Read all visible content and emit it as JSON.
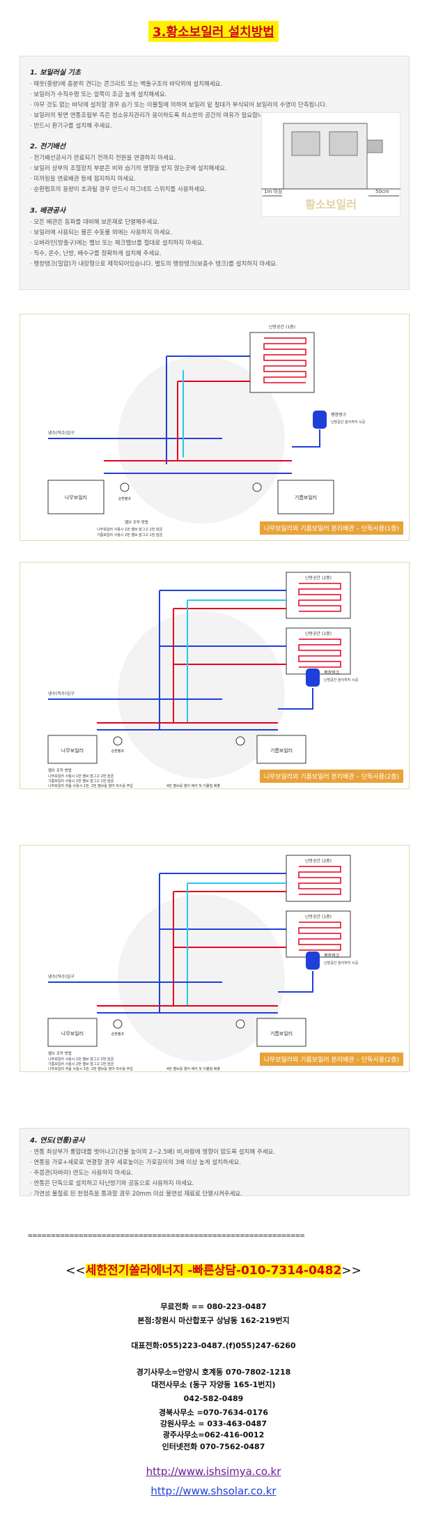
{
  "title": "3.황소보일러 설치방법",
  "sections": [
    {
      "title": "1. 보일러실 기초",
      "lines": [
        "· 매웃(중량)에 충분히 견디는 콘크리트 또는 벽돌구조의 바닥위에 설치해세요.",
        "· 보일러가 수직수평 또는 앞쪽이 조금 높게 설치해세요.",
        "· 아무 것도 없는 바닥에 설치할 경우 습기 또는 이물질에 의하여 보일러 밑 철대가 부식되어 보일러의 수명이 단축됩니다.",
        "· 보일러의 뒷면 연통조립부 측은 청소유지관리가 용이하도록 최소한의 공간의 여유가 필요합니다.",
        "· 반드시 환기구를 설치해 주세요."
      ]
    },
    {
      "title": "2. 전기배선",
      "lines": [
        "· 전기배선공사가 완료되기 전까지 전원을 연결하지 마세요.",
        "· 보일러 상부의 조절장치 부분은 비와 습기의 영향을 받지 않는곳에 설치해세요.",
        "· 미끼링을 연료배관 등에 접지하지 마세요.",
        "· 순환펌프의 용량이 초과될 경우 반드시 마그네트 스위치를 사용하세요."
      ]
    },
    {
      "title": "3. 배관공사",
      "lines": [
        "· 모든 배관은 동파를 대비해 보온재로 단열해주세요.",
        "· 보일러에 사용되는 물은 수돗물 외에는 사용하지 마세요.",
        "· 오버라인(방출구)에는 밸브 또는 체크밸브를 절대로 설치하지 마세요.",
        "· 직수, 온수, 난방, 배수구를 정확하게 설치해 주세요.",
        "· 팽창탱크(밀압)가 내장형으로 제작되어있습니다. 별도의 팽창탱크(보충수 탱크)를 설치하지 마세요."
      ]
    },
    {
      "title": "4. 연도(연통)공사",
      "lines": [
        "· 연통 최상부가 풍압대를 벗어나고(건물 높이의 2~2.5배) 비,바람에 영향이 없도록 설치해 주세요.",
        "· 연통을 가로+세로로 연결할 경우 세로높이는 가로길이의 3배 이상 높게 설치하세요.",
        "· 주름관(자바라) 연도는 사용하지 마세요.",
        "· 연통은 단독으로 설치하고 타난방기와 공동으로 사용하지 마세요.",
        "· 가연성 물질로 된 천정측을 통과할 경우 20mm 이상 불연성 재료로 단열시켜주세요."
      ]
    }
  ],
  "boiler_figure": {
    "dimension_left": "1m 이상",
    "dimension_right": "50cm",
    "watermark": "황소보일러"
  },
  "diagrams": [
    {
      "caption": "나무보일러와 기름보일러 분리배관 – 단독사용(1층)",
      "rooms": [
        "난방공간 (1층)"
      ],
      "wood_boiler": "나무보일러",
      "oil_boiler": "기름보일러",
      "water_inlet": "냉수(직수)입구",
      "tank": "팽창탱크",
      "tank_note": "난방공간 높이까지 시공",
      "pump": "순환펌프",
      "valve_title": "밸브 조작 방법",
      "valve_notes": [
        "나무보일러 사용시 1번 밸브 잠그고 2번 잠금",
        "기름보일러 사용시 2번 밸브 잠그고 1번 잠금"
      ]
    },
    {
      "caption": "나무보일러와 기름보일러 분리배관 – 단독사용(2층)",
      "rooms": [
        "난방공간 (2층)",
        "난방공간 (1층)"
      ],
      "wood_boiler": "나무보일러",
      "oil_boiler": "기름보일러",
      "water_inlet": "냉수(직수)입구",
      "tank": "팽창탱크",
      "tank_note": "난방공간 높이까지 시공",
      "pump": "순환펌프",
      "valve_title": "밸브 조작 방법",
      "valve_notes": [
        "나무보일러 사용시 1번 밸브 잠그고 2번 잠금",
        "기름보일러 사용시 2번 밸브 잠그고 1번 잠금",
        "나무보일러 처음 사용시 1번, 2번 밸브를 열어 직수를 주입",
        "4번 밸브를 열어 에어 및 이물질 배출"
      ]
    },
    {
      "caption": "나무보일러와 기름보일러 분리배관 – 단독사용(2층)",
      "rooms": [
        "난방공간 (2층)",
        "난방공간 (1층)"
      ],
      "wood_boiler": "나무보일러",
      "oil_boiler": "기름보일러",
      "water_inlet": "냉수(직수)입구",
      "tank": "팽창탱크",
      "tank_note": "난방공간 높이까지 시공",
      "pump": "순환펌프",
      "valve_title": "밸브 조작 방법",
      "valve_notes": [
        "나무보일러 사용시 1번 밸브 잠그고 2번 잠금",
        "기름보일러 사용시 2번 밸브 잠그고 1번 잠금",
        "나무보일러 처음 사용시 1번, 2번 밸브를 열어 직수를 주입",
        "4번 밸브를 열어 에어 및 이물질 배출"
      ]
    }
  ],
  "separator": "============================================================",
  "contact": {
    "headline_left": "<<",
    "headline_highlight": "세한전기쏠라에너지 -빠른상담-010-7314-0482",
    "headline_right": ">>",
    "lines": [
      "무료전화 == 080-223-0487",
      "본점:창원시 마산합포구 상남동 162-219번지",
      "대표전화:055)223-0487.(f)055)247-6260",
      "경기사무소=안양시 호계동 070-7802-1218",
      "대전사무소 (동구 자양동 165-1번지)",
      "042-582-0489",
      "경북사무소 =070-7634-0176",
      "강원사무소 = 033-463-0487",
      "광주사무소=062-416-0012",
      "인터넷전화 070-7562-0487"
    ],
    "link1": "http://www.ishsimya.co.kr",
    "link2": "http://www.shsolar.co.kr"
  },
  "colors": {
    "title_bg": "#fff200",
    "title_text": "#d0021b",
    "caption_bg": "#e8a23a",
    "hot_pipe": "#e3001b",
    "cold_pipe": "#1e3fd8",
    "return_pipe": "#27c7e6",
    "link1": "#6a1b9a",
    "link2": "#1e3fd8"
  }
}
